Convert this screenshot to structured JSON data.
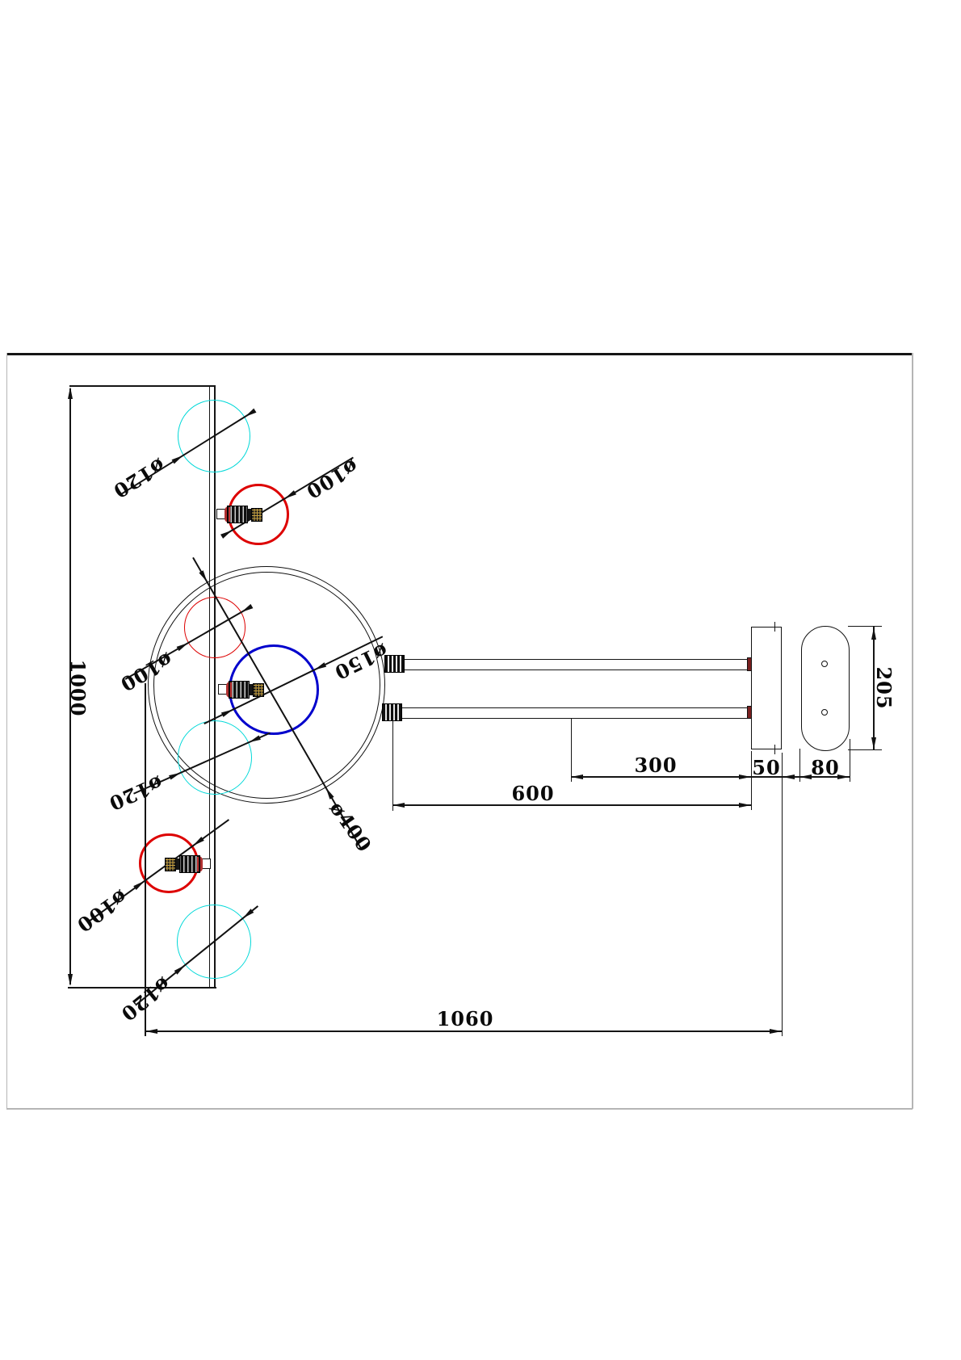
{
  "drawing": {
    "front_view": {
      "height_dim": "1000",
      "ring_diameter": "ø400",
      "circles": [
        {
          "name": "cyan-top",
          "diameter": "ø120",
          "color": "#00d8d8"
        },
        {
          "name": "red-top",
          "diameter": "ø100",
          "color": "#dd0000"
        },
        {
          "name": "red-middle",
          "diameter": "ø100",
          "color": "#dd0000"
        },
        {
          "name": "blue-center",
          "diameter": "ø150",
          "color": "#0000cc"
        },
        {
          "name": "cyan-middle",
          "diameter": "ø120",
          "color": "#00d8d8"
        },
        {
          "name": "red-bottom",
          "diameter": "ø100",
          "color": "#dd0000"
        },
        {
          "name": "cyan-bottom",
          "diameter": "ø120",
          "color": "#00d8d8"
        }
      ]
    },
    "side_view": {
      "arm_length_dim": "600",
      "arm_inner_dim": "300",
      "plate_thickness_dim": "50",
      "overall_length_dim": "1060"
    },
    "back_plate_view": {
      "width_dim": "80",
      "height_dim": "205"
    }
  }
}
